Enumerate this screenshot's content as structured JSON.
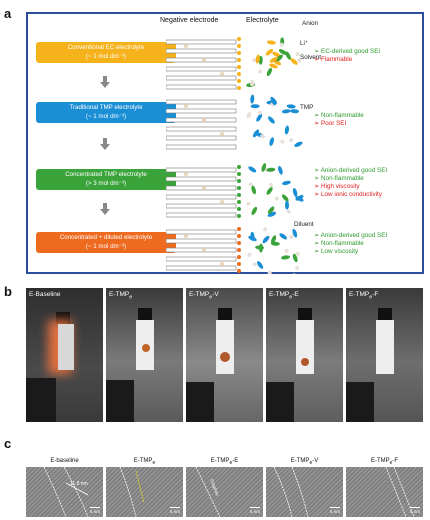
{
  "panel_labels": {
    "a": "a",
    "b": "b",
    "c": "c"
  },
  "panel_a": {
    "header_negative": "Negative electrode",
    "header_electrolyte": "Electrolyte",
    "rows": [
      {
        "title": "Conventional EC electrolyte",
        "sub": "(~ 1 mol dm⁻³)",
        "color": "#f5b21a",
        "bullets": [
          {
            "text": "➢ EC-derived good SEI",
            "tone": "green"
          },
          {
            "text": "➢ Flammable",
            "tone": "red"
          }
        ]
      },
      {
        "title": "Traditional TMP electrolyte",
        "sub": "(~ 1 mol dm⁻³)",
        "color": "#1a8fd6",
        "bullets": [
          {
            "text": "➢ Non-flammable",
            "tone": "green"
          },
          {
            "text": "➢ Poor SEI",
            "tone": "red"
          }
        ]
      },
      {
        "title": "Concentrated TMP electrolyte",
        "sub": "(> 3 mol dm⁻³)",
        "color": "#3aa33a",
        "bullets": [
          {
            "text": "➢ Anion-derived good SEI",
            "tone": "green"
          },
          {
            "text": "➢ Non-flammable",
            "tone": "green"
          },
          {
            "text": "➢ High viscosity",
            "tone": "red"
          },
          {
            "text": "➢ Low ionic conductivity",
            "tone": "red"
          }
        ]
      },
      {
        "title": "Concentrated + diluted electrolyte",
        "sub": "(~ 1 mol dm⁻³)",
        "color": "#ee6a1f",
        "bullets": [
          {
            "text": "➢ Anion-derived good SEI",
            "tone": "green"
          },
          {
            "text": "➢ Non-flammable",
            "tone": "green"
          },
          {
            "text": "➢ Low viscosity",
            "tone": "green"
          }
        ]
      }
    ],
    "species_labels": {
      "anion": "Anion",
      "li": "Li⁺",
      "solvent": "Solvent",
      "tmp": "TMP",
      "diluent": "Diluent"
    },
    "colors": {
      "anion": "#3aa33a",
      "li": "#ee6a1f",
      "solvent": "#f5b21a",
      "tmp": "#1a8fd6",
      "diluent": "#ee6a1f",
      "border": "#2a4f9c"
    }
  },
  "panel_b": {
    "photos": [
      {
        "base": "E-Baseline",
        "sub": "",
        "tail": ""
      },
      {
        "base": "E-TMP",
        "sub": "e",
        "tail": ""
      },
      {
        "base": "E-TMP",
        "sub": "e",
        "tail": "-V"
      },
      {
        "base": "E-TMP",
        "sub": "e",
        "tail": "-E"
      },
      {
        "base": "E-TMP",
        "sub": "e",
        "tail": "-F"
      }
    ]
  },
  "panel_c": {
    "images": [
      {
        "base": "E-baseline",
        "sub": "",
        "tail": "",
        "scale": "5 nm",
        "measure": "11.8 nm",
        "note": ""
      },
      {
        "base": "E-TMP",
        "sub": "e",
        "tail": "",
        "scale": "5 nm",
        "measure": "",
        "note": ""
      },
      {
        "base": "E-TMP",
        "sub": "e",
        "tail": "-E",
        "scale": "5 nm",
        "measure": "",
        "note": "Graphite"
      },
      {
        "base": "E-TMP",
        "sub": "e",
        "tail": "-V",
        "scale": "5 nm",
        "measure": "",
        "note": ""
      },
      {
        "base": "E-TMP",
        "sub": "e",
        "tail": "-F",
        "scale": "5 nm",
        "measure": "",
        "note": ""
      }
    ]
  }
}
